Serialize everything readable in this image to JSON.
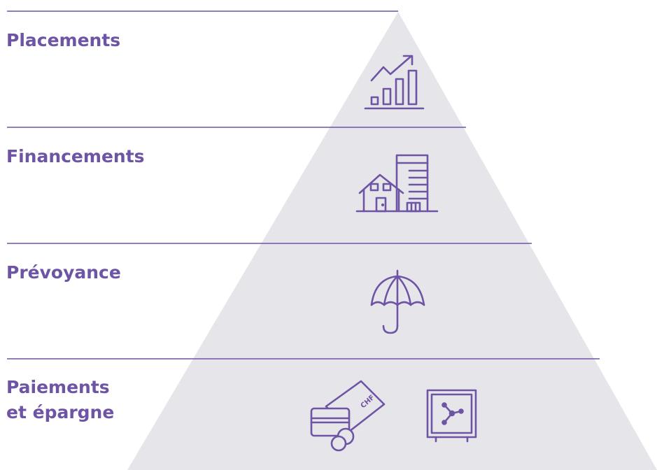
{
  "colors": {
    "accent": "#6e54a4",
    "pyramid_fill": "#e6e6ea",
    "divider": "#6e54a4"
  },
  "tiers": [
    {
      "label": "Placements",
      "icon": "chart-growth-icon"
    },
    {
      "label": "Financements",
      "icon": "buildings-icon"
    },
    {
      "label": "Prévoyance",
      "icon": "umbrella-icon"
    },
    {
      "label_lines": [
        "Paiements",
        "et épargne"
      ],
      "icons": [
        "card-banknote-coins-icon",
        "safe-icon"
      ]
    }
  ],
  "icon_text": {
    "banknote_currency": "CHF"
  }
}
